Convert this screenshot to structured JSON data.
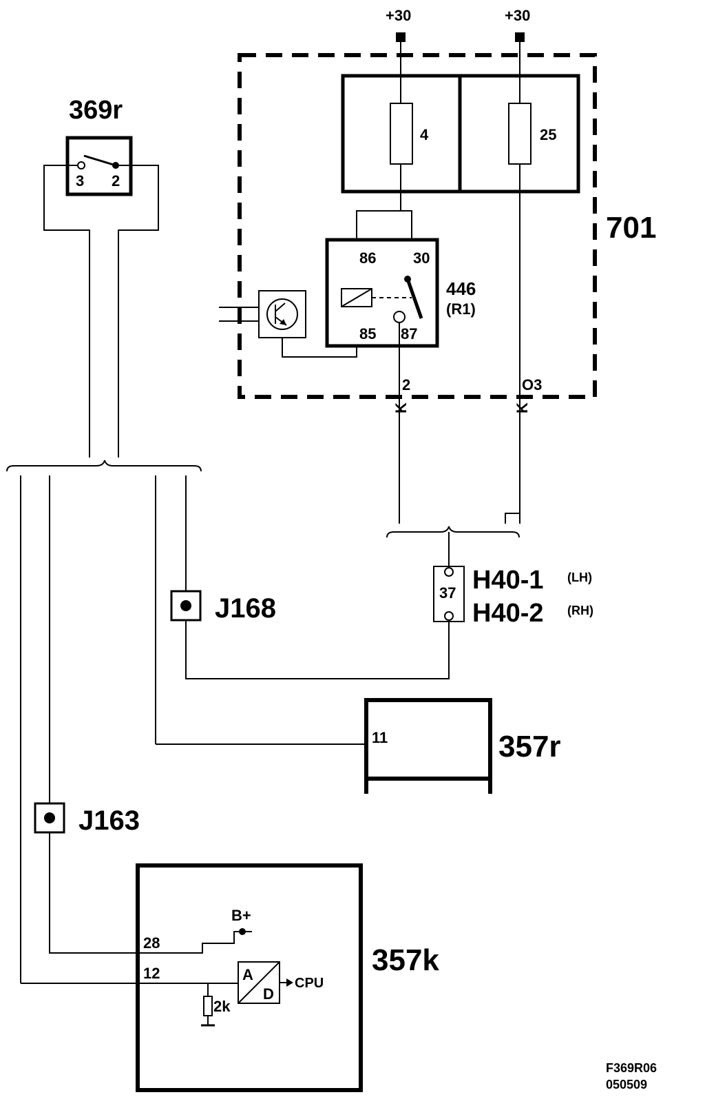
{
  "supply": {
    "left": "+30",
    "right": "+30"
  },
  "fusebox": {
    "id": "701",
    "fuse_left": "4",
    "fuse_right": "25"
  },
  "relay": {
    "id": "446",
    "sub": "(R1)",
    "pin86": "86",
    "pin30": "30",
    "pin85": "85",
    "pin87": "87"
  },
  "connectors": {
    "k_left_pin": "2",
    "k_left_letter": "K",
    "k_right_pin": "O3",
    "k_right_letter": "K"
  },
  "switch369r": {
    "id": "369r",
    "pin3": "3",
    "pin2": "2"
  },
  "h40": {
    "pin": "37",
    "line1": "H40-1",
    "line1_side": "(LH)",
    "line2": "H40-2",
    "line2_side": "(RH)"
  },
  "j168": {
    "id": "J168"
  },
  "j163": {
    "id": "J163"
  },
  "m357r": {
    "id": "357r",
    "pin": "11"
  },
  "m357k": {
    "id": "357k",
    "pin28": "28",
    "pin12": "12",
    "bplus": "B+",
    "adc_a": "A",
    "adc_d": "D",
    "cpu": "CPU",
    "resistor": "2k"
  },
  "footer": {
    "code": "F369R06",
    "date": "050509"
  }
}
